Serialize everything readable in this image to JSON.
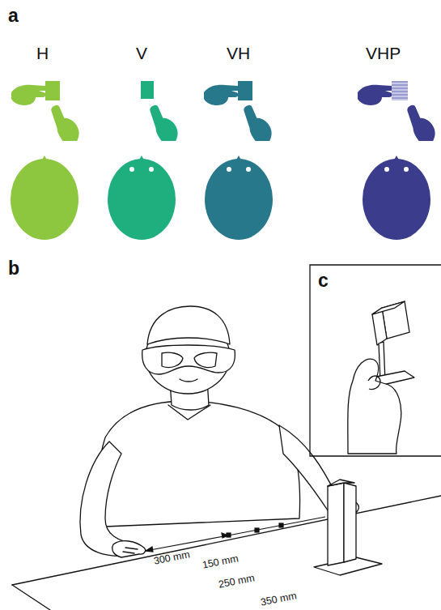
{
  "diagram": {
    "labels": [
      "a",
      "H",
      "V",
      "VH",
      "VHP",
      "b",
      "c",
      "300 mm",
      "150 mm",
      "250 mm",
      "350 mm"
    ]
  }
}
